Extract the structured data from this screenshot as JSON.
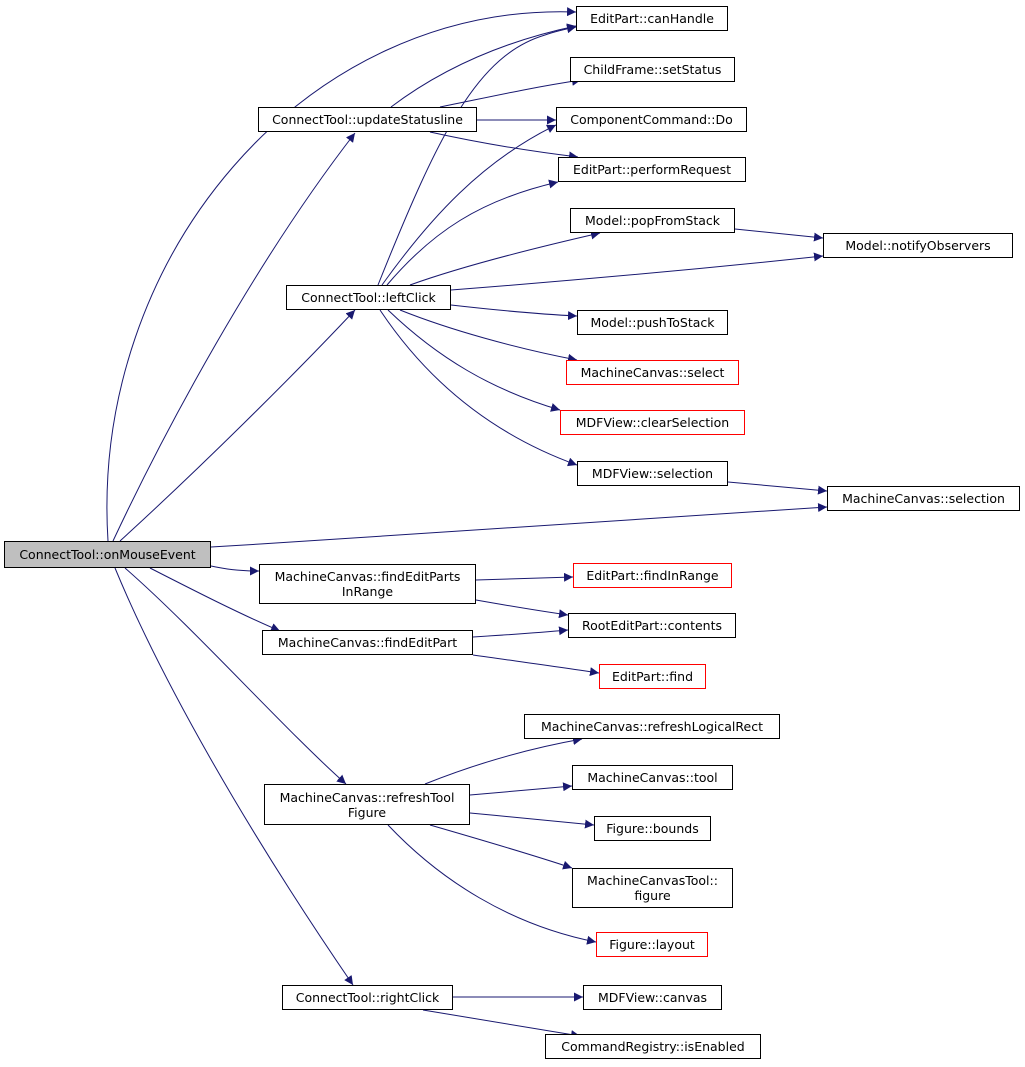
{
  "colors": {
    "edge": "#191970",
    "node_border": "#000000",
    "node_border_truncated": "#ff0000",
    "root_fill": "#bfbfbf",
    "background": "#ffffff"
  },
  "nodes": {
    "onMouseEvent": {
      "lines": [
        "ConnectTool::onMouseEvent"
      ],
      "kind": "root"
    },
    "updateStatusline": {
      "lines": [
        "ConnectTool::updateStatusline"
      ],
      "kind": "normal"
    },
    "leftClick": {
      "lines": [
        "ConnectTool::leftClick"
      ],
      "kind": "normal"
    },
    "findEditPartsInRange": {
      "lines": [
        "MachineCanvas::findEditParts",
        "InRange"
      ],
      "kind": "normal"
    },
    "findEditPart": {
      "lines": [
        "MachineCanvas::findEditPart"
      ],
      "kind": "normal"
    },
    "refreshToolFigure": {
      "lines": [
        "MachineCanvas::refreshTool",
        "Figure"
      ],
      "kind": "normal"
    },
    "rightClick": {
      "lines": [
        "ConnectTool::rightClick"
      ],
      "kind": "normal"
    },
    "canHandle": {
      "lines": [
        "EditPart::canHandle"
      ],
      "kind": "normal"
    },
    "setStatus": {
      "lines": [
        "ChildFrame::setStatus"
      ],
      "kind": "normal"
    },
    "componentDo": {
      "lines": [
        "ComponentCommand::Do"
      ],
      "kind": "normal"
    },
    "performRequest": {
      "lines": [
        "EditPart::performRequest"
      ],
      "kind": "normal"
    },
    "popFromStack": {
      "lines": [
        "Model::popFromStack"
      ],
      "kind": "normal"
    },
    "notifyObservers": {
      "lines": [
        "Model::notifyObservers"
      ],
      "kind": "normal"
    },
    "pushToStack": {
      "lines": [
        "Model::pushToStack"
      ],
      "kind": "normal"
    },
    "canvasSelect": {
      "lines": [
        "MachineCanvas::select"
      ],
      "kind": "truncated"
    },
    "clearSelection": {
      "lines": [
        "MDFView::clearSelection"
      ],
      "kind": "truncated"
    },
    "viewSelection": {
      "lines": [
        "MDFView::selection"
      ],
      "kind": "normal"
    },
    "canvasSelection": {
      "lines": [
        "MachineCanvas::selection"
      ],
      "kind": "normal"
    },
    "findInRange": {
      "lines": [
        "EditPart::findInRange"
      ],
      "kind": "truncated"
    },
    "contents": {
      "lines": [
        "RootEditPart::contents"
      ],
      "kind": "normal"
    },
    "editPartFind": {
      "lines": [
        "EditPart::find"
      ],
      "kind": "truncated"
    },
    "refreshLogicalRect": {
      "lines": [
        "MachineCanvas::refreshLogicalRect"
      ],
      "kind": "normal"
    },
    "canvasTool": {
      "lines": [
        "MachineCanvas::tool"
      ],
      "kind": "normal"
    },
    "figureBounds": {
      "lines": [
        "Figure::bounds"
      ],
      "kind": "normal"
    },
    "canvasToolFigure": {
      "lines": [
        "MachineCanvasTool::",
        "figure"
      ],
      "kind": "normal"
    },
    "figureLayout": {
      "lines": [
        "Figure::layout"
      ],
      "kind": "truncated"
    },
    "viewCanvas": {
      "lines": [
        "MDFView::canvas"
      ],
      "kind": "normal"
    },
    "isEnabled": {
      "lines": [
        "CommandRegistry::isEnabled"
      ],
      "kind": "normal"
    }
  },
  "edges": [
    [
      "onMouseEvent",
      "canHandle"
    ],
    [
      "onMouseEvent",
      "updateStatusline"
    ],
    [
      "onMouseEvent",
      "leftClick"
    ],
    [
      "onMouseEvent",
      "canvasSelection"
    ],
    [
      "onMouseEvent",
      "findEditPartsInRange"
    ],
    [
      "onMouseEvent",
      "findEditPart"
    ],
    [
      "onMouseEvent",
      "refreshToolFigure"
    ],
    [
      "onMouseEvent",
      "rightClick"
    ],
    [
      "updateStatusline",
      "canHandle"
    ],
    [
      "updateStatusline",
      "setStatus"
    ],
    [
      "updateStatusline",
      "componentDo"
    ],
    [
      "updateStatusline",
      "performRequest"
    ],
    [
      "leftClick",
      "canHandle"
    ],
    [
      "leftClick",
      "componentDo"
    ],
    [
      "leftClick",
      "performRequest"
    ],
    [
      "leftClick",
      "popFromStack"
    ],
    [
      "leftClick",
      "notifyObservers"
    ],
    [
      "leftClick",
      "pushToStack"
    ],
    [
      "leftClick",
      "canvasSelect"
    ],
    [
      "leftClick",
      "clearSelection"
    ],
    [
      "leftClick",
      "viewSelection"
    ],
    [
      "popFromStack",
      "notifyObservers"
    ],
    [
      "viewSelection",
      "canvasSelection"
    ],
    [
      "findEditPartsInRange",
      "findInRange"
    ],
    [
      "findEditPartsInRange",
      "contents"
    ],
    [
      "findEditPart",
      "contents"
    ],
    [
      "findEditPart",
      "editPartFind"
    ],
    [
      "refreshToolFigure",
      "refreshLogicalRect"
    ],
    [
      "refreshToolFigure",
      "canvasTool"
    ],
    [
      "refreshToolFigure",
      "figureBounds"
    ],
    [
      "refreshToolFigure",
      "canvasToolFigure"
    ],
    [
      "refreshToolFigure",
      "figureLayout"
    ],
    [
      "rightClick",
      "viewCanvas"
    ],
    [
      "rightClick",
      "isEnabled"
    ]
  ]
}
